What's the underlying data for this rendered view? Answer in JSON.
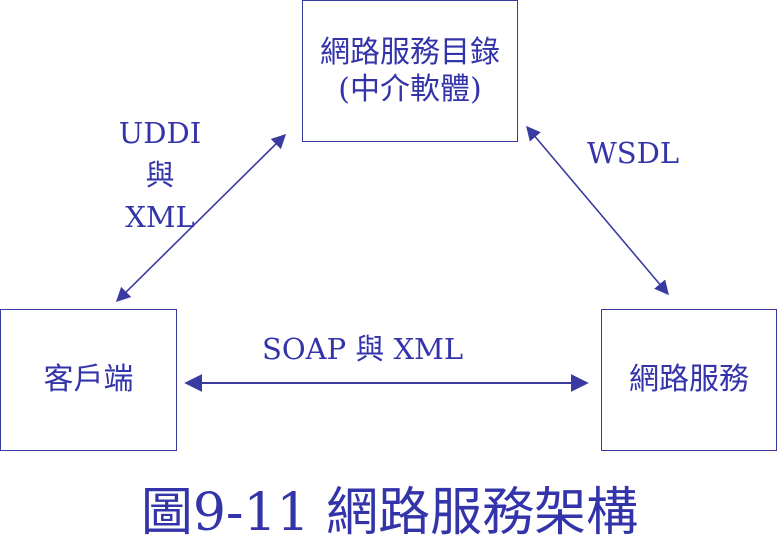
{
  "nodes": {
    "directory": {
      "line1": "網路服務目錄",
      "line2": "(中介軟體)"
    },
    "client": {
      "label": "客戶端"
    },
    "service": {
      "label": "網路服務"
    }
  },
  "edges": {
    "uddi": {
      "line1": "UDDI",
      "line2": "與",
      "line3": "XML"
    },
    "wsdl": {
      "label": "WSDL"
    },
    "soap": {
      "label": "SOAP 與 XML"
    }
  },
  "caption": "圖9-11 網路服務架構",
  "colors": {
    "ink": "#3333aa",
    "stroke": "#3a3aa0"
  }
}
